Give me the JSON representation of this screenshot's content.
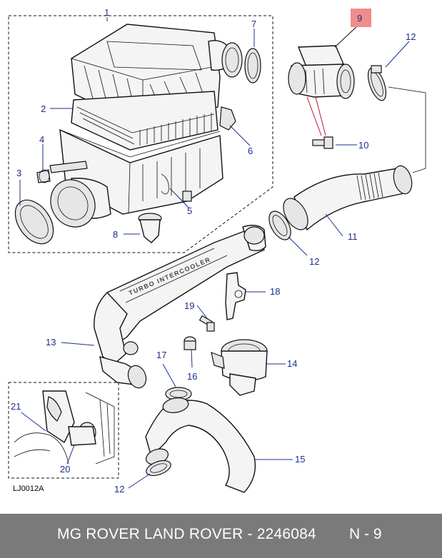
{
  "diagram": {
    "drawing_code": "LJ0012A",
    "highlighted_callout": "9",
    "highlight_color": "#f08c8c",
    "callouts": [
      "1",
      "2",
      "3",
      "4",
      "5",
      "6",
      "7",
      "8",
      "9",
      "10",
      "11",
      "12",
      "12",
      "12",
      "13",
      "14",
      "15",
      "16",
      "17",
      "18",
      "19",
      "20",
      "21"
    ],
    "inscription": "TURBO INTERCOOLER"
  },
  "footer": {
    "title": "MG ROVER LAND ROVER - 2246084",
    "page": "N - 9"
  },
  "colors": {
    "footer_bg": "#7a7a7a",
    "callout_text": "#1a2f8f"
  }
}
